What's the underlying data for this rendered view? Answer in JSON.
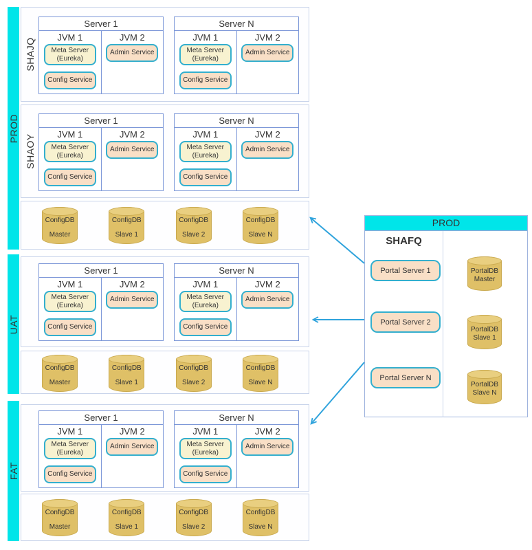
{
  "colors": {
    "env_bar_cyan": "#00E5E9",
    "panel_border_light": "#C8D3EA",
    "server_border_blue": "#7C97D8",
    "node_border_teal": "#33AFCE",
    "node_fill_peach": "#F9DFC6",
    "node_fill_cream": "#F8F2D0",
    "db_fill_gold": "#DFC067",
    "db_border_gold": "#C9A94E",
    "arrow_blue": "#2FA3DC",
    "text": "#333333"
  },
  "left_sections": [
    {
      "env": "PROD",
      "clusters": [
        {
          "name": "SHAJQ",
          "servers": [
            {
              "title": "Server 1",
              "jvm1": {
                "title": "JVM 1",
                "meta": "Meta Server (Eureka)",
                "config": "Config Service"
              },
              "jvm2": {
                "title": "JVM 2",
                "admin": "Admin Service"
              }
            },
            {
              "title": "Server N",
              "jvm1": {
                "title": "JVM 1",
                "meta": "Meta Server (Eureka)",
                "config": "Config Service"
              },
              "jvm2": {
                "title": "JVM 2",
                "admin": "Admin Service"
              }
            }
          ]
        },
        {
          "name": "SHAOY",
          "servers": [
            {
              "title": "Server 1",
              "jvm1": {
                "title": "JVM 1",
                "meta": "Meta Server (Eureka)",
                "config": "Config Service"
              },
              "jvm2": {
                "title": "JVM 2",
                "admin": "Admin Service"
              }
            },
            {
              "title": "Server N",
              "jvm1": {
                "title": "JVM 1",
                "meta": "Meta Server (Eureka)",
                "config": "Config Service"
              },
              "jvm2": {
                "title": "JVM 2",
                "admin": "Admin Service"
              }
            }
          ]
        }
      ],
      "dbs": [
        [
          "ConfigDB",
          "Master"
        ],
        [
          "ConfigDB",
          "Slave 1"
        ],
        [
          "ConfigDB",
          "Slave 2"
        ],
        [
          "ConfigDB",
          "Slave N"
        ]
      ]
    },
    {
      "env": "UAT",
      "clusters": [
        {
          "name": "",
          "servers": [
            {
              "title": "Server 1",
              "jvm1": {
                "title": "JVM 1",
                "meta": "Meta Server (Eureka)",
                "config": "Config Service"
              },
              "jvm2": {
                "title": "JVM 2",
                "admin": "Admin Service"
              }
            },
            {
              "title": "Server N",
              "jvm1": {
                "title": "JVM 1",
                "meta": "Meta Server (Eureka)",
                "config": "Config Service"
              },
              "jvm2": {
                "title": "JVM 2",
                "admin": "Admin Service"
              }
            }
          ]
        }
      ],
      "dbs": [
        [
          "ConfigDB",
          "Master"
        ],
        [
          "ConfigDB",
          "Slave 1"
        ],
        [
          "ConfigDB",
          "Slave 2"
        ],
        [
          "ConfigDB",
          "Slave N"
        ]
      ]
    },
    {
      "env": "FAT",
      "clusters": [
        {
          "name": "",
          "servers": [
            {
              "title": "Server 1",
              "jvm1": {
                "title": "JVM 1",
                "meta": "Meta Server (Eureka)",
                "config": "Config Service"
              },
              "jvm2": {
                "title": "JVM 2",
                "admin": "Admin Service"
              }
            },
            {
              "title": "Server N",
              "jvm1": {
                "title": "JVM 1",
                "meta": "Meta Server (Eureka)",
                "config": "Config Service"
              },
              "jvm2": {
                "title": "JVM 2",
                "admin": "Admin Service"
              }
            }
          ]
        }
      ],
      "dbs": [
        [
          "ConfigDB",
          "Master"
        ],
        [
          "ConfigDB",
          "Slave 1"
        ],
        [
          "ConfigDB",
          "Slave 2"
        ],
        [
          "ConfigDB",
          "Slave N"
        ]
      ]
    }
  ],
  "right_panel": {
    "header": "PROD",
    "cluster": "SHAFQ",
    "portals": [
      "Portal Server 1",
      "Portal Server 2",
      "Portal Server N"
    ],
    "dbs": [
      [
        "PortalDB",
        "Master"
      ],
      [
        "PortalDB",
        "Slave 1"
      ],
      [
        "PortalDB",
        "Slave N"
      ]
    ]
  }
}
